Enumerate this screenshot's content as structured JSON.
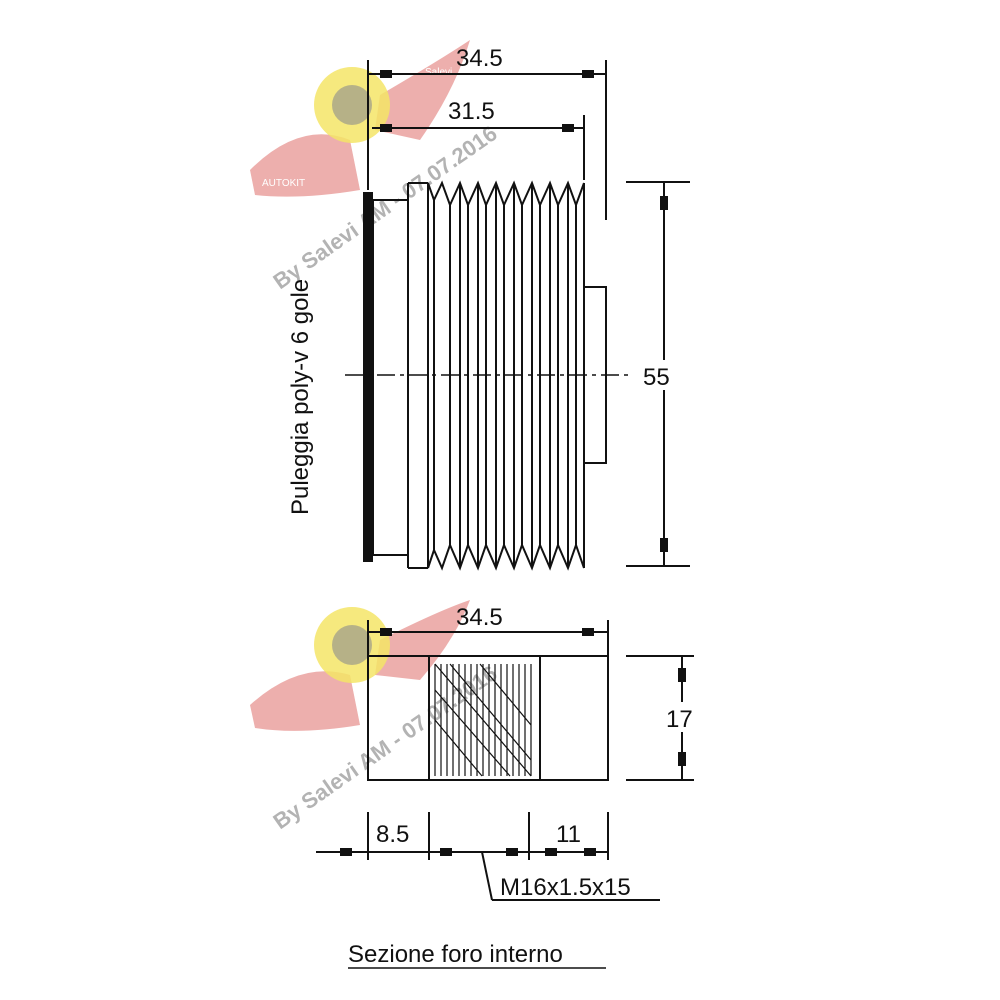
{
  "top_view": {
    "width_overall": "34.5",
    "width_grooves": "31.5",
    "diameter": "55",
    "side_label": "Puleggia poly-v 6 gole"
  },
  "section_view": {
    "width_overall": "34.5",
    "height": "17",
    "left_offset": "8.5",
    "right_offset": "11",
    "thread": "M16x1.5x15",
    "caption": "Sezione foro interno"
  },
  "watermark": {
    "line1": "By Salevi AM - 07.07.2016",
    "line2": "By Salevi AM - 07.07.2016",
    "logo_left": "AUTOKIT",
    "logo_right": "Salevi"
  },
  "colors": {
    "line": "#111111",
    "watermark_wing": "#d9534f",
    "watermark_badge": "#f2e14c",
    "watermark_text": "#9a9a9a"
  }
}
